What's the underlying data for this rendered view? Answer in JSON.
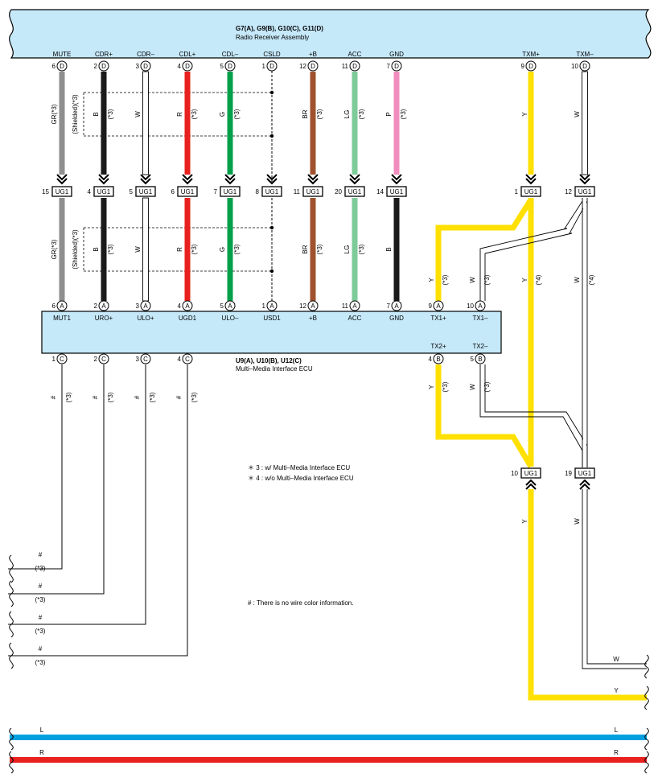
{
  "radio": {
    "code": "G7(A), G9(B), G10(C), G11(D)",
    "name": "Radio Receiver Assembly",
    "pins": [
      {
        "label": "MUTE",
        "num": "6",
        "ltr": "D"
      },
      {
        "label": "CDR+",
        "num": "2",
        "ltr": "D"
      },
      {
        "label": "CDR–",
        "num": "3",
        "ltr": "D"
      },
      {
        "label": "CDL+",
        "num": "4",
        "ltr": "D"
      },
      {
        "label": "CDL–",
        "num": "5",
        "ltr": "D"
      },
      {
        "label": "CSLD",
        "num": "1",
        "ltr": "D"
      },
      {
        "label": "+B",
        "num": "12",
        "ltr": "D"
      },
      {
        "label": "ACC",
        "num": "11",
        "ltr": "D"
      },
      {
        "label": "GND",
        "num": "7",
        "ltr": "D"
      },
      {
        "label": "TXM+",
        "num": "9",
        "ltr": "D"
      },
      {
        "label": "TXM–",
        "num": "10",
        "ltr": "D"
      }
    ]
  },
  "ecu": {
    "code": "U9(A), U10(B), U12(C)",
    "name": "Multi–Media Interface ECU",
    "top_pins": [
      {
        "label": "MUT1",
        "num": "6",
        "ltr": "A"
      },
      {
        "label": "URO+",
        "num": "2",
        "ltr": "A"
      },
      {
        "label": "ULO+",
        "num": "3",
        "ltr": "A"
      },
      {
        "label": "UGD1",
        "num": "4",
        "ltr": "A"
      },
      {
        "label": "ULO–",
        "num": "5",
        "ltr": "A"
      },
      {
        "label": "USD1",
        "num": "1",
        "ltr": "A"
      },
      {
        "label": "+B",
        "num": "12",
        "ltr": "A"
      },
      {
        "label": "ACC",
        "num": "11",
        "ltr": "A"
      },
      {
        "label": "GND",
        "num": "7",
        "ltr": "A"
      },
      {
        "label": "TX1+",
        "num": "9",
        "ltr": "A"
      },
      {
        "label": "TX1–",
        "num": "10",
        "ltr": "A"
      }
    ],
    "tx2_pins": [
      {
        "label": "TX2+",
        "num": "4",
        "ltr": "B"
      },
      {
        "label": "TX2–",
        "num": "5",
        "ltr": "B"
      }
    ],
    "c_pins": [
      {
        "num": "1",
        "ltr": "C"
      },
      {
        "num": "2",
        "ltr": "C"
      },
      {
        "num": "3",
        "ltr": "C"
      },
      {
        "num": "4",
        "ltr": "C"
      }
    ]
  },
  "ug1_upper": {
    "connector": "UG1",
    "pins": [
      "15",
      "4",
      "5",
      "6",
      "7",
      "8",
      "11",
      "20",
      "14",
      "1",
      "12"
    ]
  },
  "ug1_lower": {
    "connector": "UG1",
    "pins": [
      "10",
      "19"
    ]
  },
  "wire_labels": {
    "upper": [
      "GR(*3)",
      "B",
      "W",
      "R",
      "G",
      "",
      "BR",
      "LG",
      "P",
      "Y",
      "W"
    ],
    "upper_note": [
      "",
      "(*3)",
      "",
      "(*3)",
      "(*3)",
      "",
      "(*3)",
      "(*3)",
      "(*3)",
      "",
      ""
    ],
    "lower": [
      "GR(*3)",
      "B",
      "W",
      "R",
      "G",
      "",
      "BR",
      "LG",
      "B"
    ],
    "lower_note": [
      "",
      "(*3)",
      "",
      "(*3)",
      "(*3)",
      "",
      "(*3)",
      "(*3)",
      ""
    ],
    "shielded": "(Shielded)(*3)",
    "tx1": [
      "Y",
      "(*3)",
      "W",
      "(*3)"
    ],
    "txm_mid": [
      "Y",
      "(*4)",
      "W",
      "(*4)"
    ],
    "tx2": [
      "Y",
      "(*3)",
      "W",
      "(*3)"
    ],
    "bottom_txm": [
      "Y",
      "W"
    ],
    "c_hash": "#",
    "c_note": "(*3)"
  },
  "notes": {
    "n3": "＊ 3 : w/ Multi–Media Interface ECU",
    "n4": "＊ 4 : w/o Multi–Media Interface ECU",
    "hash": "# : There is no wire color information."
  },
  "left_refs": [
    {
      "sym": "#",
      "note": "(*3)"
    },
    {
      "sym": "#",
      "note": "(*3)"
    },
    {
      "sym": "#",
      "note": "(*3)"
    },
    {
      "sym": "#",
      "note": "(*3)"
    }
  ],
  "right_refs": [
    "W",
    "Y"
  ],
  "bus": [
    {
      "label": "L",
      "color": "#00a0e0"
    },
    {
      "label": "R",
      "color": "#e8201e"
    }
  ],
  "colors": {
    "box_fill": "#c6e9fa",
    "gray": "#8f8f8f",
    "black": "#1a1a1a",
    "red": "#e8201e",
    "green": "#00a04a",
    "brown": "#a0522d",
    "lightgreen": "#7ecb9a",
    "pink": "#f08cbe",
    "yellow": "#ffe000"
  }
}
